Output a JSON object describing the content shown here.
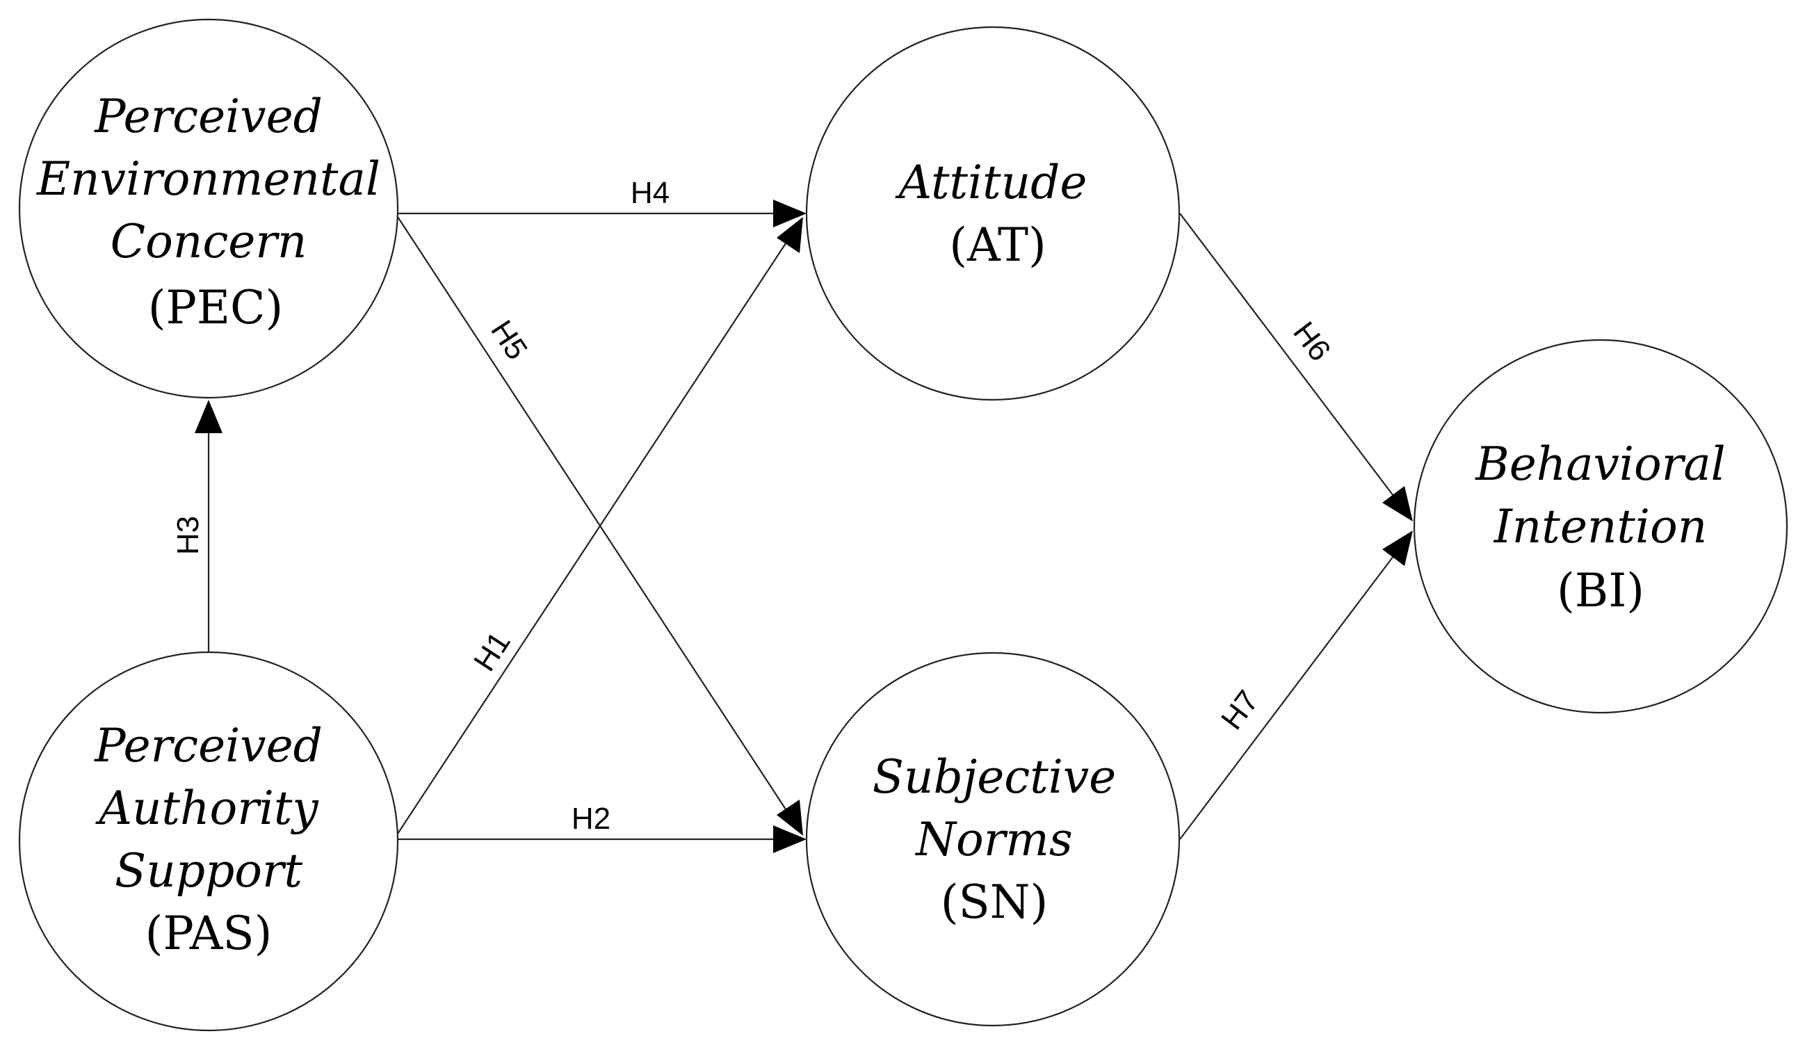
{
  "nodes": {
    "pec": {
      "lines": [
        "Perceived",
        "Environmental",
        "Concern"
      ],
      "abbr": "(PEC)"
    },
    "pas": {
      "lines": [
        "Perceived",
        "Authority",
        "Support"
      ],
      "abbr": "(PAS)"
    },
    "at": {
      "lines": [
        "Attitude"
      ],
      "abbr": "(AT)"
    },
    "sn": {
      "lines": [
        "Subjective",
        "Norms"
      ],
      "abbr": "(SN)"
    },
    "bi": {
      "lines": [
        "Behavioral",
        "Intention"
      ],
      "abbr": "(BI)"
    }
  },
  "edges": {
    "h1": {
      "label": "H1",
      "from": "PAS",
      "to": "AT"
    },
    "h2": {
      "label": "H2",
      "from": "PAS",
      "to": "SN"
    },
    "h3": {
      "label": "H3",
      "from": "PAS",
      "to": "PEC"
    },
    "h4": {
      "label": "H4",
      "from": "PEC",
      "to": "AT"
    },
    "h5": {
      "label": "H5",
      "from": "PEC",
      "to": "SN"
    },
    "h6": {
      "label": "H6",
      "from": "AT",
      "to": "BI"
    },
    "h7": {
      "label": "H7",
      "from": "SN",
      "to": "BI"
    }
  },
  "colors": {
    "stroke": "#222222",
    "arrow": "#000000",
    "background": "#ffffff"
  }
}
